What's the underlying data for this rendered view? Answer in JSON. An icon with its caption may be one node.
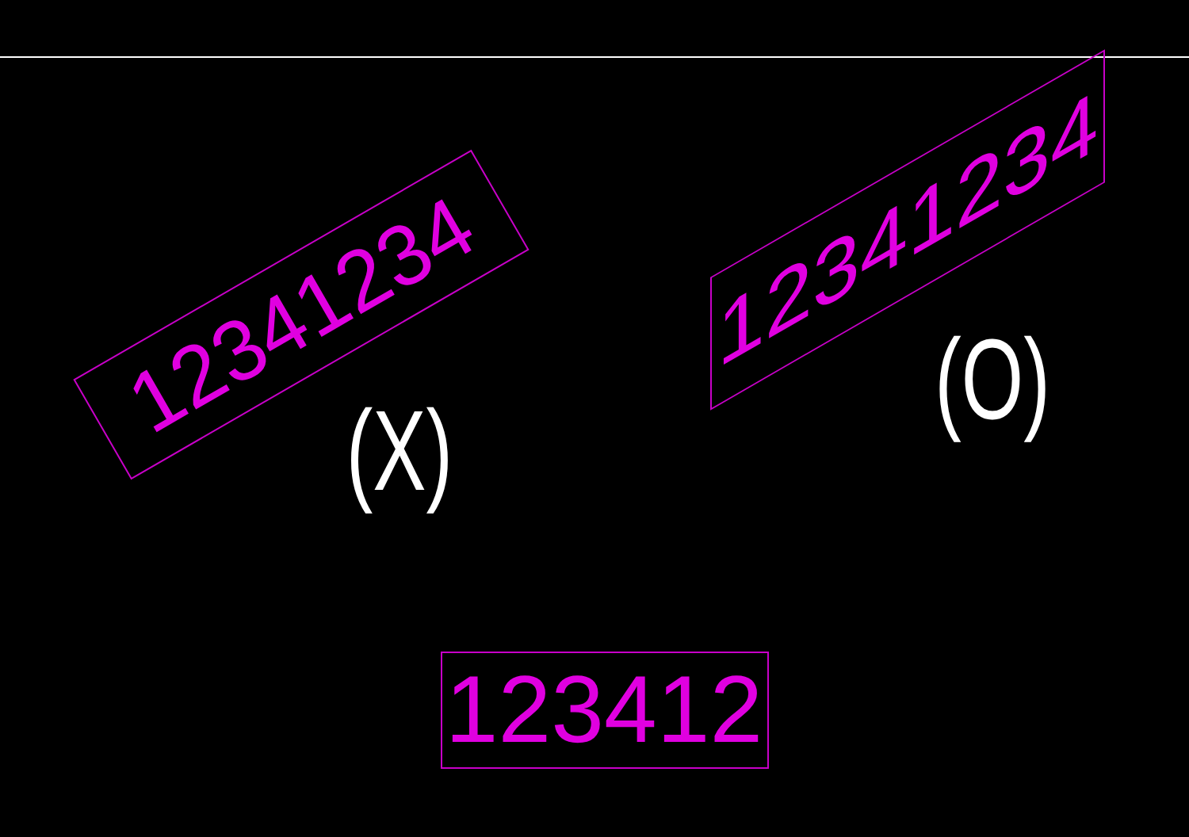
{
  "diagram": {
    "nodes": [
      {
        "text": [
          "12341234"
        ]
      },
      {
        "text": [
          "12341234"
        ]
      },
      {
        "text": [
          "123412"
        ]
      }
    ],
    "edges": [],
    "labels": [
      "(X)",
      "(O)"
    ]
  }
}
